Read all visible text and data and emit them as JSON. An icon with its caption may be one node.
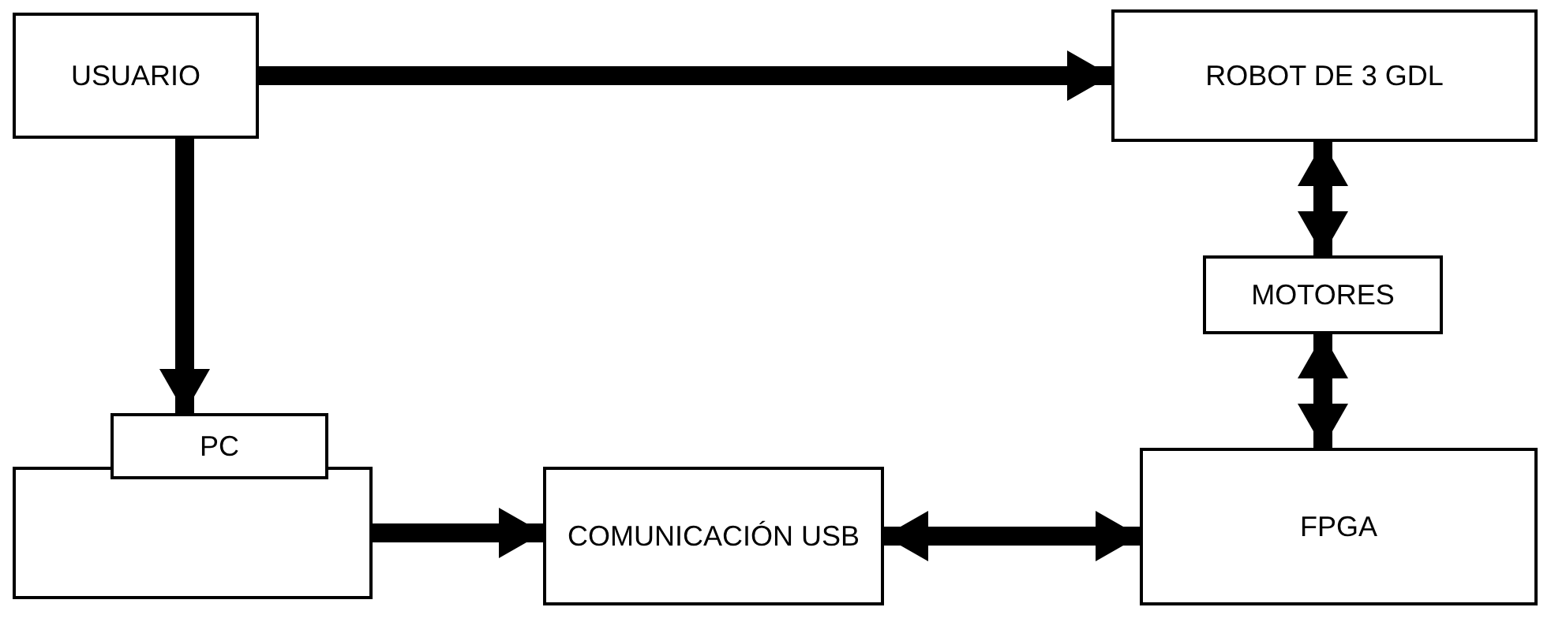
{
  "diagram": {
    "nodes": [
      {
        "text": [
          "USUARIO"
        ]
      },
      {
        "text": [
          "ROBOT DE 3 GDL"
        ]
      },
      {
        "text": [
          "MOTORES"
        ]
      },
      {
        "text": [
          "PC"
        ]
      },
      {
        "text": [],
        "shape": "box"
      },
      {
        "text": [
          "COMUNICACIÓN USB"
        ]
      },
      {
        "text": [
          "FPGA"
        ]
      }
    ],
    "edges": [
      {
        "from": 0,
        "to": 1,
        "arrow": "to"
      },
      {
        "from": 0,
        "to": 3,
        "arrow": "to"
      },
      {
        "from": 1,
        "to": 2,
        "arrow": "both"
      },
      {
        "from": 2,
        "to": 6,
        "arrow": "both"
      },
      {
        "from": 4,
        "to": 5,
        "arrow": "to"
      },
      {
        "from": 5,
        "to": 6,
        "arrow": "both"
      }
    ]
  }
}
